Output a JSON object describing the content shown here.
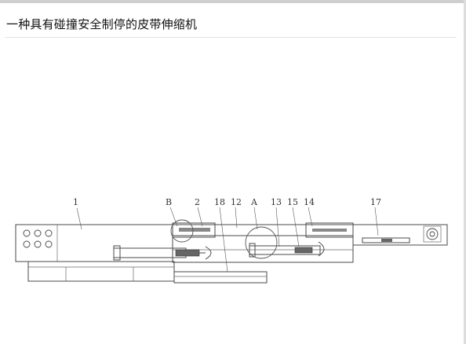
{
  "page": {
    "title": "一种具有碰撞安全制停的皮带伸缩机"
  },
  "figure": {
    "labels": {
      "l1": "1",
      "lB": "B",
      "l2": "2",
      "l18": "18",
      "l12": "12",
      "lA": "A",
      "l13": "13",
      "l15": "15",
      "l14": "14",
      "l17": "17"
    }
  }
}
